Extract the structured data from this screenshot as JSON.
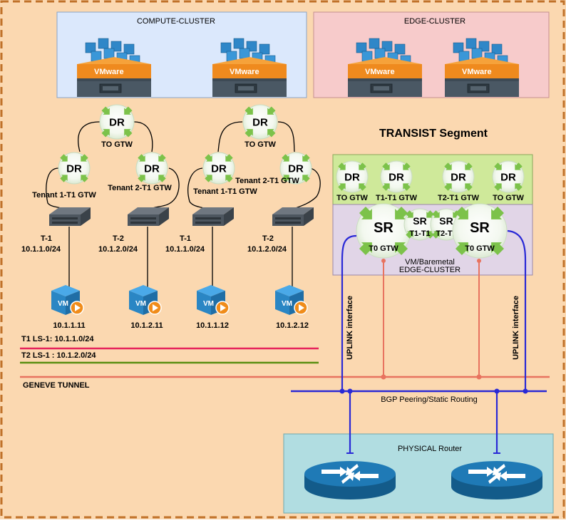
{
  "colors": {
    "background": "#fbd8b0",
    "frame": "#c0722a",
    "compute_bg": "#dbe8fc",
    "edge_bg": "#f7cbcb",
    "transit_bg": "#cfe99a",
    "sr_bg": "#e1d5e7",
    "physical_bg": "#b1dde1",
    "ls1": "#e6245c",
    "ls2": "#5a8f12",
    "geneve": "#e8735f",
    "bgp": "#2929d6"
  },
  "clusters": {
    "compute": "COMPUTE-CLUSTER",
    "edge": "EDGE-CLUSTER",
    "host_brand": "VMware",
    "vm_label": "VM"
  },
  "transit": {
    "title": "TRANSIST Segment",
    "dr": [
      {
        "text": "DR",
        "label": "TO GTW"
      },
      {
        "text": "DR",
        "label": "T1-T1 GTW"
      },
      {
        "text": "DR",
        "label": "T2-T1 GTW"
      },
      {
        "text": "DR",
        "label": "TO GTW"
      }
    ]
  },
  "sr_area": {
    "line1": "VM/Baremetal",
    "line2": "EDGE-CLUSTER",
    "sr": [
      {
        "text": "SR",
        "label": "T0 GTW"
      },
      {
        "text": "SR",
        "label": "T1-T1"
      },
      {
        "text": "SR",
        "label": "T2-T1"
      },
      {
        "text": "SR",
        "label": "T0 GTW"
      }
    ]
  },
  "left_group": {
    "top": {
      "text": "DR",
      "label": "TO GTW"
    },
    "t1": {
      "text": "DR",
      "label": "Tenant 1-T1 GTW"
    },
    "t2": {
      "text": "DR",
      "label": "Tenant 2-T1 GTW"
    },
    "switches": [
      {
        "name": "T-1",
        "subnet": "10.1.1.0/24"
      },
      {
        "name": "T-2",
        "subnet": "10.1.2.0/24"
      }
    ],
    "vms": [
      "10.1.1.11",
      "10.1.2.11"
    ]
  },
  "right_group": {
    "top": {
      "text": "DR",
      "label": "TO GTW"
    },
    "t1": {
      "text": "DR",
      "label": "Tenant 1-T1 GTW"
    },
    "t2": {
      "text": "DR",
      "label": "Tenant 2-T1 GTW"
    },
    "switches": [
      {
        "name": "T-1",
        "subnet": "10.1.1.0/24"
      },
      {
        "name": "T-2",
        "subnet": "10.1.2.0/24"
      }
    ],
    "vms": [
      "10.1.1.12",
      "10.1.2.12"
    ]
  },
  "segments": {
    "ls1": "T1 LS-1: 10.1.1.0/24",
    "ls2": "T2 LS-1 : 10.1.2.0/24",
    "geneve": "GENEVE TUNNEL",
    "bgp": "BGP Peering/Static Routing",
    "uplink": "UPLINK interface"
  },
  "physical": {
    "title": "PHYSICAL Router"
  }
}
